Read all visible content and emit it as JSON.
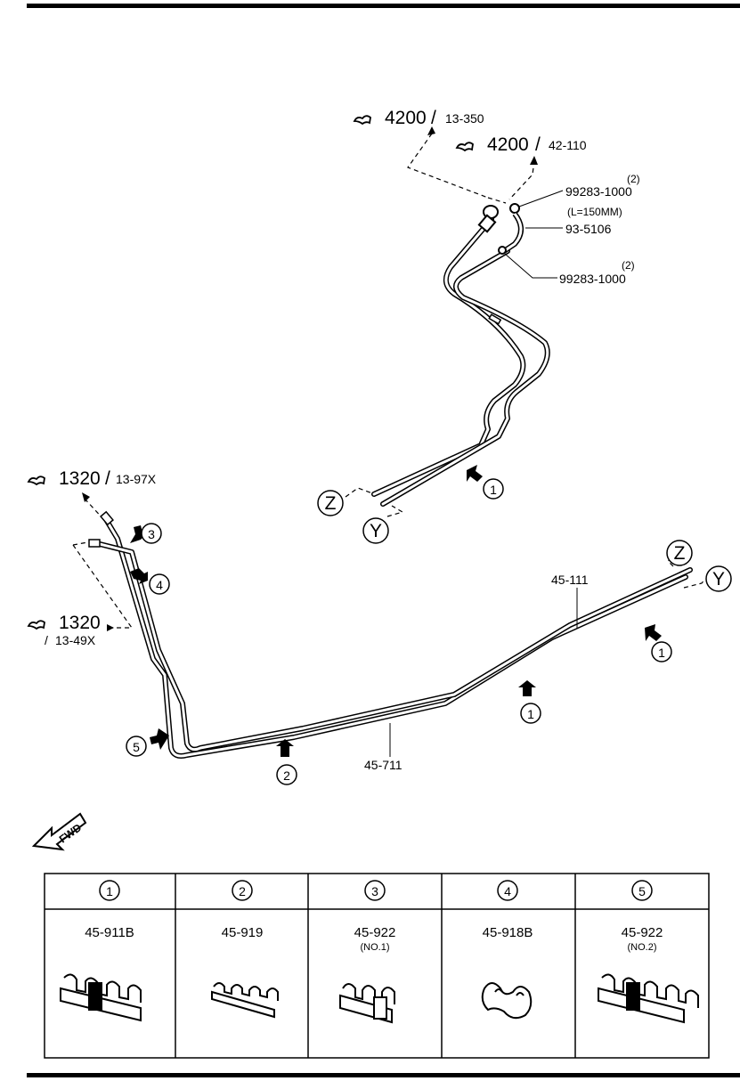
{
  "references": {
    "top_a": {
      "main": "4200",
      "sub": "13-350"
    },
    "top_b": {
      "main": "4200",
      "sub": "42-110"
    },
    "left_a": {
      "main": "1320",
      "sub": "13-97X"
    },
    "left_b": {
      "main": "1320",
      "sub": "13-49X"
    }
  },
  "part_labels": {
    "hose_clamp_upper_qty": "(2)",
    "hose_clamp_upper": "99283-1000",
    "hose_length_note": "(L=150MM)",
    "hose": "93-5106",
    "hose_clamp_lower_qty": "(2)",
    "hose_clamp_lower": "99283-1000",
    "pipe_upper": "45-111",
    "pipe_lower": "45-711"
  },
  "connectors": {
    "z": "Z",
    "y": "Y"
  },
  "callouts": [
    "1",
    "2",
    "3",
    "4",
    "5"
  ],
  "fwd_label": "FWD",
  "clip_table": [
    {
      "number": "1",
      "part": "45-911B",
      "note": ""
    },
    {
      "number": "2",
      "part": "45-919",
      "note": ""
    },
    {
      "number": "3",
      "part": "45-922",
      "note": "(NO.1)"
    },
    {
      "number": "4",
      "part": "45-918B",
      "note": ""
    },
    {
      "number": "5",
      "part": "45-922",
      "note": "(NO.2)"
    }
  ]
}
